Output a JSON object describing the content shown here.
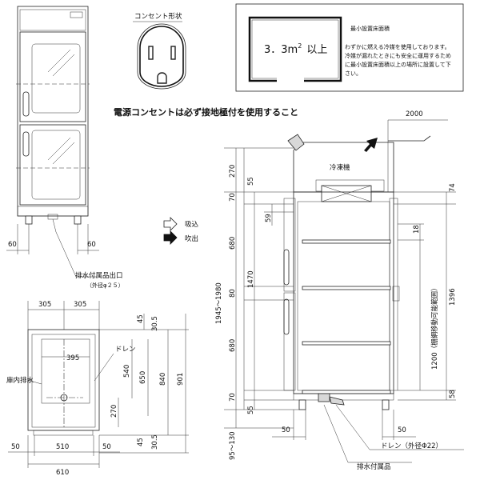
{
  "outlet": {
    "title": "コンセント形状",
    "note": "電源コンセントは必ず接地極付を使用すること"
  },
  "floor_area": {
    "title": "最小設置床面積",
    "value": "3．3m",
    "value_sup": "2",
    "value_suffix": "以上",
    "note_lines": [
      "わずかに燃える冷媒を使用しております。",
      "冷媒が漏れたときにも安全に運用するため",
      "に最小設置床面積以上の場所に設置して下",
      "さい。"
    ]
  },
  "legend": {
    "intake": "吸込",
    "exhaust": "吹出"
  },
  "front_view": {
    "dim_left": "60",
    "dim_right": "60",
    "drain_label": "排水付属品出口",
    "drain_spec": "（外径φ２５）"
  },
  "plan_view": {
    "top_left": "305",
    "top_right": "305",
    "inner_width": "395",
    "drain_label": "ドレン",
    "internal_drain": "庫内排水",
    "right_dims": [
      "45",
      "30.5",
      "540",
      "650",
      "840",
      "901",
      "270"
    ],
    "bottom_left": "50",
    "bottom_mid": "510",
    "bottom_right": "50",
    "bottom_total": "610",
    "bottom_right_dims": [
      "45",
      "30.5"
    ]
  },
  "side_view": {
    "top_width": "2000",
    "unit_label": "冷凍機",
    "left_dims": [
      "270",
      "70",
      "55",
      "59",
      "680",
      "80",
      "680",
      "70",
      "55"
    ],
    "left_total_1": "1470",
    "left_total_2": "1945～1980",
    "bottom_left_dim": "95～130",
    "right_dims": [
      "74",
      "18",
      "1396",
      "58"
    ],
    "shelf_range": "1200（棚網移動可能範囲）",
    "bottom_left_w": "50",
    "bottom_right_w": "50",
    "drain_label": "ドレン（外径Φ22）",
    "drain_accessory": "排水付属品"
  }
}
